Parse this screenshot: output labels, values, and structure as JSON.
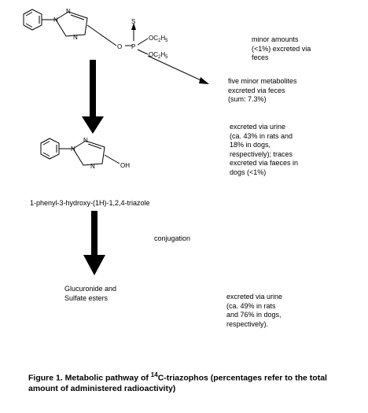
{
  "structures": {
    "atom_labels": {
      "triazole_n1": "N",
      "triazole_n2": "N",
      "triazole_n4": "N",
      "ester_o": "O",
      "phosphorus": "P",
      "sulfur": "S",
      "ethoxy_top": "OC2H5",
      "ethoxy_bottom": "OC2H5",
      "metabolite_n1": "N",
      "metabolite_n2": "N",
      "metabolite_n4": "N",
      "hydroxyl": "OH"
    },
    "metabolite_name": "1-phenyl-3-hydroxy-(1H)-1,2,4-triazole"
  },
  "pathway": {
    "conjugation_label": "conjugation",
    "conjugates_label": "Glucuronide and\nSulfate esters"
  },
  "notes": {
    "minor_feces": "minor amounts\n(<1%) excreted via\nfeces",
    "five_metabolites": "five minor metabolites\nexcreted via feces\n(sum:  7.3%)",
    "urine_first": "excreted via urine\n(ca.  43% in rats and\n18% in dogs,\nrespectively); traces\nexcreted via faeces in\ndogs (<1%)",
    "urine_second": "excreted via urine\n(ca. 49% in rats\nand 76% in dogs,\nrespectively)."
  },
  "caption": {
    "prefix": "Figure 1. Metabolic pathway of ",
    "isotope": "14",
    "suffix": "C-triazophos (percentages refer to the total amount of administered radioactivity)"
  }
}
